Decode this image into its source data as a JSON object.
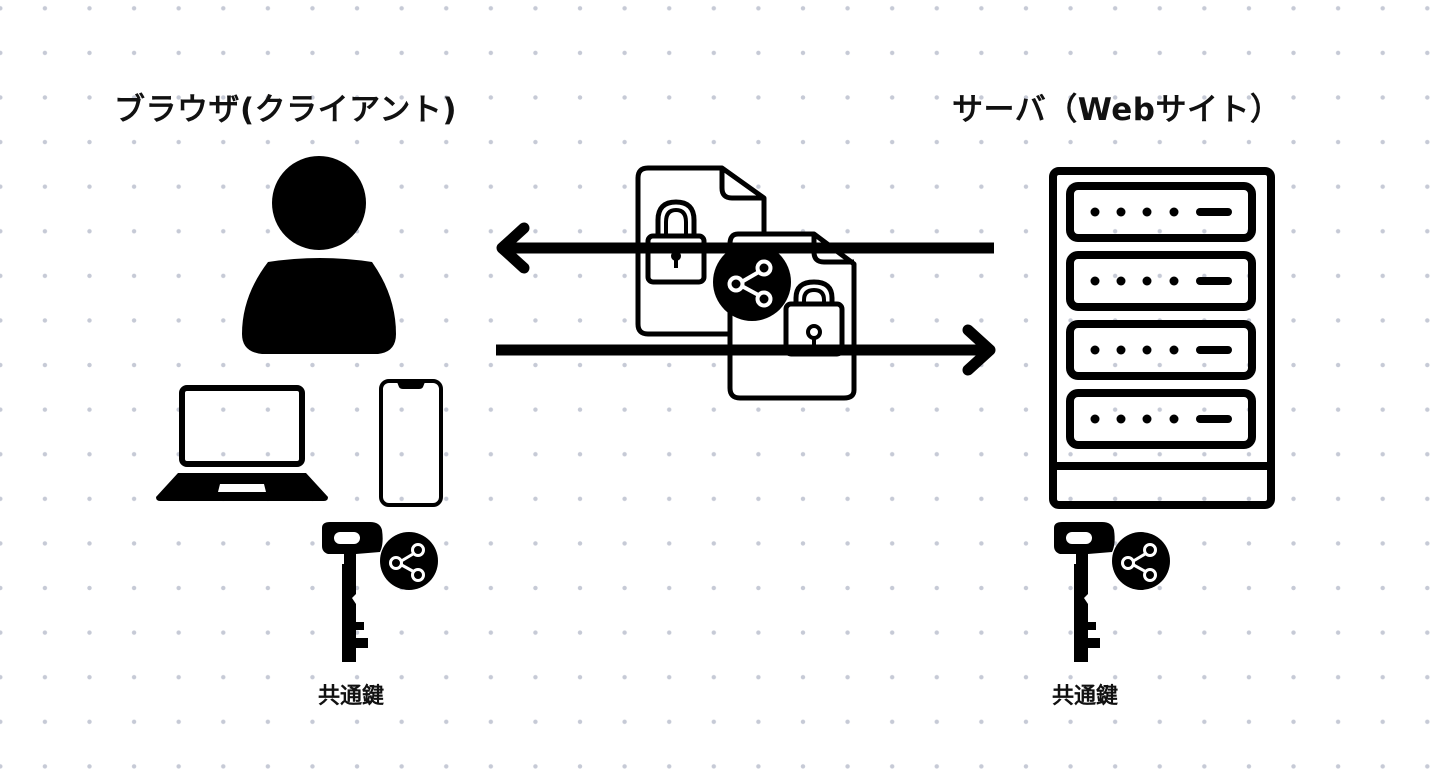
{
  "diagram": {
    "title": "共通鍵暗号方式（ブラウザとサーバ間の通信）",
    "client": {
      "heading": "ブラウザ(クライアント)",
      "key_label": "共通鍵",
      "icons": [
        "user-icon",
        "laptop-icon",
        "smartphone-icon",
        "key-icon",
        "share-icon"
      ]
    },
    "server": {
      "heading": "サーバ（Webサイト）",
      "key_label": "共通鍵",
      "icons": [
        "server-rack-icon",
        "key-icon",
        "share-icon"
      ]
    },
    "transfer": {
      "arrows": [
        {
          "direction": "server-to-client"
        },
        {
          "direction": "client-to-server"
        }
      ],
      "icons": [
        "encrypted-file-icon",
        "share-icon",
        "encrypted-file-icon"
      ]
    },
    "colors": {
      "ink": "#000000",
      "background": "#ffffff",
      "grid_dot": "#c6cad6"
    }
  }
}
